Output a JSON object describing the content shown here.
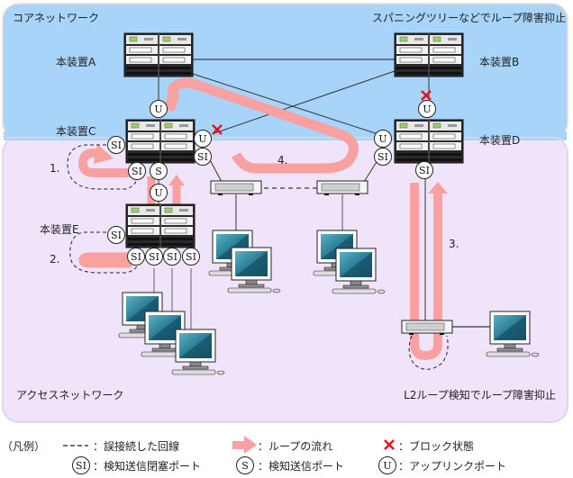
{
  "regions": {
    "core": {
      "label": "コアネットワーク",
      "note": "スパニングツリーなどでループ障害抑止",
      "color": "#a8d4fa"
    },
    "access": {
      "label": "アクセスネットワーク",
      "note": "L2ループ検知でループ障害抑止",
      "color": "#f0e4fb"
    }
  },
  "devices": {
    "A": {
      "label": "本装置A"
    },
    "B": {
      "label": "本装置B"
    },
    "C": {
      "label": "本装置C"
    },
    "D": {
      "label": "本装置D"
    },
    "E": {
      "label": "本装置E"
    }
  },
  "ports": {
    "si": "SI",
    "s": "S",
    "u": "U"
  },
  "loops": {
    "n1": "1.",
    "n2": "2.",
    "n3": "3.",
    "n4": "4."
  },
  "colors": {
    "loop_flow": "#f9a0a0",
    "block": "#e8121b",
    "line": "#222222"
  },
  "legend": {
    "title": "（凡例）",
    "dashed_label": "：誤接続した回線",
    "flow_label": "：ループの流れ",
    "block_label": "：ブロック状態",
    "si_label": "：検知送信閉塞ポート",
    "s_label": "：検知送信ポート",
    "u_label": "：アップリンクポート"
  }
}
